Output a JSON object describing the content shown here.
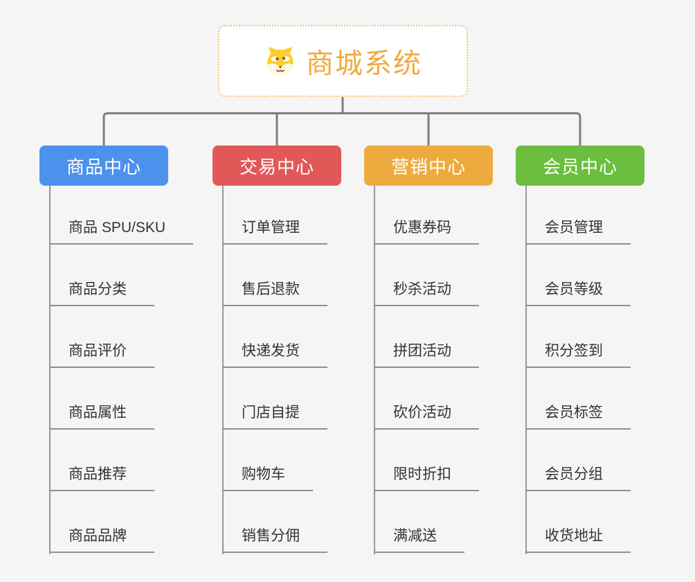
{
  "root": {
    "title": "商城系统",
    "title_color": "#F2A93D",
    "border_color": "#F3C06A",
    "icon": "shiba-dog-icon"
  },
  "colors": {
    "background": "#F5F5F5",
    "connector": "#7E7E7E",
    "trunk": "#989898",
    "underline": "#8F8F8F",
    "item_text": "#333333"
  },
  "columns": [
    {
      "label": "商品中心",
      "color": "#4C92EC",
      "items": [
        "商品 SPU/SKU",
        "商品分类",
        "商品评价",
        "商品属性",
        "商品推荐",
        "商品品牌"
      ]
    },
    {
      "label": "交易中心",
      "color": "#E25858",
      "items": [
        "订单管理",
        "售后退款",
        "快递发货",
        "门店自提",
        "购物车",
        "销售分佣"
      ]
    },
    {
      "label": "营销中心",
      "color": "#EDAB3F",
      "items": [
        "优惠券码",
        "秒杀活动",
        "拼团活动",
        "砍价活动",
        "限时折扣",
        "满减送"
      ]
    },
    {
      "label": "会员中心",
      "color": "#6BBE3E",
      "items": [
        "会员管理",
        "会员等级",
        "积分签到",
        "会员标签",
        "会员分组",
        "收货地址"
      ]
    }
  ]
}
